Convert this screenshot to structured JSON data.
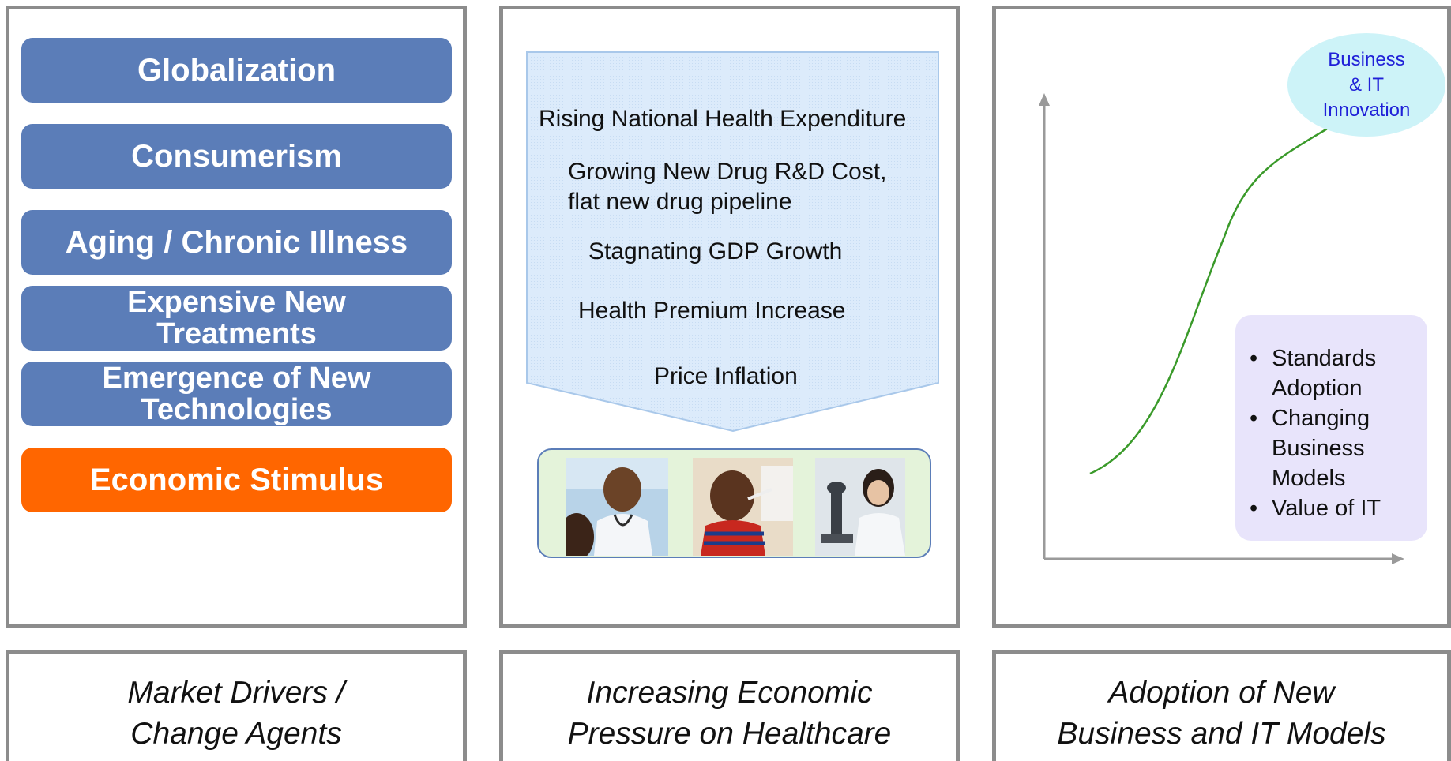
{
  "drivers": {
    "items": [
      {
        "label": "Globalization"
      },
      {
        "label": "Consumerism"
      },
      {
        "label": "Aging / Chronic Illness"
      },
      {
        "label": "Expensive New\nTreatments"
      },
      {
        "label": "Emergence of New\nTechnologies"
      },
      {
        "label": "Economic Stimulus"
      }
    ],
    "caption": "Market Drivers /\nChange Agents"
  },
  "pressure": {
    "items": [
      {
        "text": "Rising National Health Expenditure"
      },
      {
        "text": "Growing New Drug R&D Cost,\nflat new drug pipeline"
      },
      {
        "text": "Stagnating GDP Growth"
      },
      {
        "text": "Health Premium Increase"
      },
      {
        "text": "Price Inflation"
      }
    ],
    "caption": "Increasing Economic\nPressure on Healthcare"
  },
  "adoption": {
    "bubble": "Business\n& IT\nInnovation",
    "bullets": [
      {
        "text": "Standards\nAdoption"
      },
      {
        "text": "Changing\nBusiness\nModels"
      },
      {
        "text": "Value of IT"
      }
    ],
    "caption": "Adoption of New\nBusiness and IT Models"
  },
  "colors": {
    "driver_blue": "#5b7db8",
    "driver_orange": "#ff6600",
    "arrow_fill": "#dcebfb",
    "curve_green": "#3a9a2a",
    "bubble_text": "#2020d8"
  }
}
